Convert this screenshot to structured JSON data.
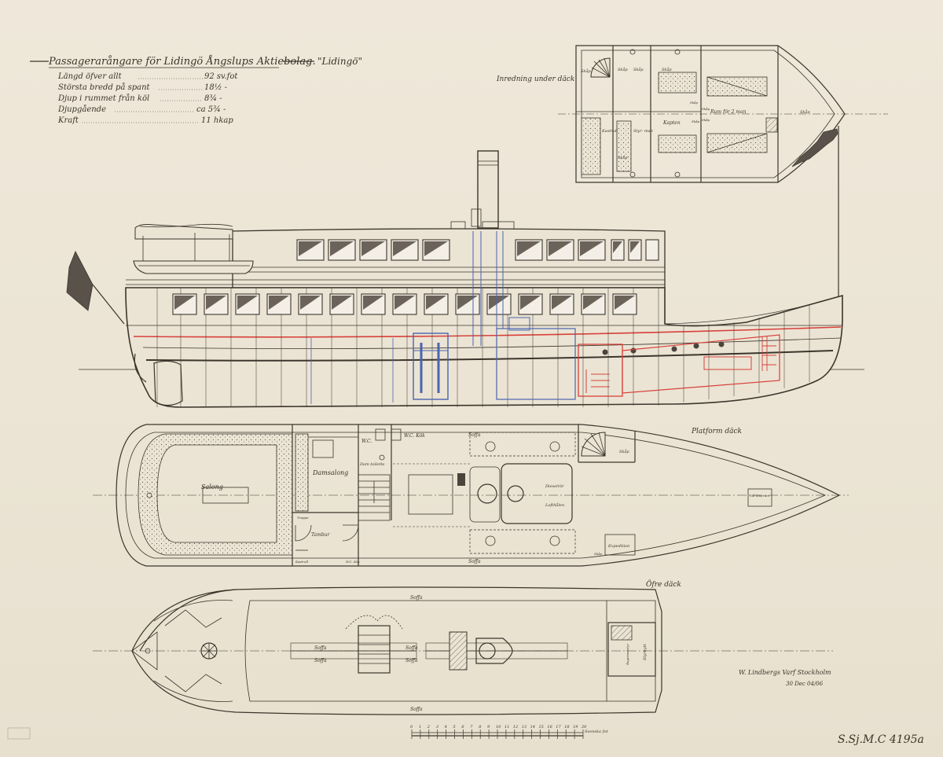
{
  "header": {
    "title": "Passagerarångare för Lidingö Ångslups Aktiebolag.",
    "ship_name": "\"Lidingö\""
  },
  "specs": [
    {
      "label": "Längd öfver allt",
      "value": "92 sv.fot"
    },
    {
      "label": "Största bredd på spant",
      "value": "18½ -"
    },
    {
      "label": "Djup i rummet från köl",
      "value": "8¾ -"
    },
    {
      "label": "Djupgående",
      "value": "ca 5¾ -"
    },
    {
      "label": "Kraft",
      "value": "11 hkap"
    }
  ],
  "views": {
    "below_deck": "Inredning under däck",
    "main_deck": "Platform däck",
    "upper_deck": "Öfre däck"
  },
  "below_deck_labels": [
    "Skåp",
    "Skåp",
    "Skåp",
    "Skåp",
    "Skåp",
    "Kastrull",
    "Styr- man",
    "Kapten",
    "Skåp",
    "Skåp",
    "Skåp",
    "Skåp",
    "Rum för 2 man",
    "Skåp"
  ],
  "main_deck_labels": {
    "salong": "Salong",
    "damsalong": "Damsalong",
    "wc1": "W.C.",
    "wc2": "W.C. Kök",
    "dam_toilette": "Dam toilette",
    "tambur": "Tambur",
    "trappa": "Trappa",
    "soffa_top": "Soffa",
    "soffa_bottom": "Soffa",
    "kastrull": "Kastrull",
    "wc_kok": "W.C. Kök",
    "dieselrör": "Dieselrör",
    "ventilation": "Lofthålen",
    "expedition": "Expedition",
    "skap": "Skåp",
    "vill_dinerum": "Vill dinerum",
    "skap_side": "Skåp"
  },
  "upper_deck_labels": {
    "soffa_top": "Soffa",
    "soffa_bottom": "Soffa",
    "soffa1": "Soffa",
    "soffa2": "Soffa",
    "soffa3": "Soffa",
    "soffa4": "Soffa",
    "hus": "Ångvisselstyr",
    "styrhytt": "Styrhytt"
  },
  "signature": "W. Lindbergs Varf Stockholm",
  "date": "30 Dec 04/06",
  "scale_label": "Svenska fot",
  "scale_ticks": [
    "0",
    "1",
    "2",
    "3",
    "4",
    "5",
    "6",
    "7",
    "8",
    "9",
    "10",
    "11",
    "12",
    "13",
    "14",
    "15",
    "16",
    "17",
    "18",
    "19",
    "20"
  ],
  "archive_number": "S.Sj.M.C 4195a",
  "colors": {
    "paper": "#ece5d6",
    "ink": "#3b352c",
    "waterline_red": "#d8403a",
    "machinery_blue": "#4a64b0"
  }
}
